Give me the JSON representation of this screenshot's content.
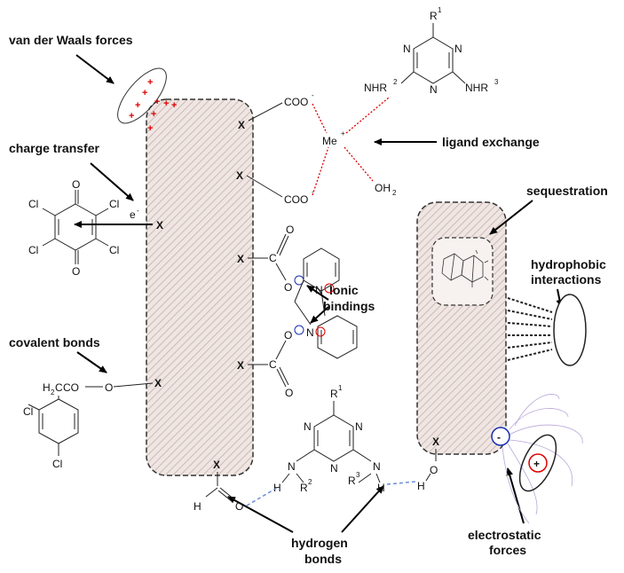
{
  "labels": {
    "vdw": "van der Waals forces",
    "charge_transfer": "charge transfer",
    "covalent": "covalent bonds",
    "ligand": "ligand exchange",
    "sequestration": "sequestration",
    "hydrophobic_1": "hydrophobic",
    "hydrophobic_2": "interactions",
    "ionic_1": "Ionic",
    "ionic_2": "bindings",
    "hydrogen_1": "hydrogen",
    "hydrogen_2": "bonds",
    "electrostatic_1": "electrostatic",
    "electrostatic_2": "forces"
  },
  "chem": {
    "x": "X",
    "coo": "COO",
    "minus": "-",
    "plus": "+",
    "me": "Me",
    "oh2": "OH",
    "two": "2",
    "nhr": "NHR",
    "r": "R",
    "one": "1",
    "three": "3",
    "n": "N",
    "cl": "Cl",
    "o": "O",
    "c": "C",
    "h": "H",
    "e": "e",
    "h2co": "H",
    "co_suffix": "CO",
    "h2c_o": "C"
  },
  "colors": {
    "hatch": "#d9c9c4",
    "box": "#333333",
    "red": "#dd0000",
    "blue": "#1a2fb0",
    "hbond": "#6a8fd8"
  }
}
